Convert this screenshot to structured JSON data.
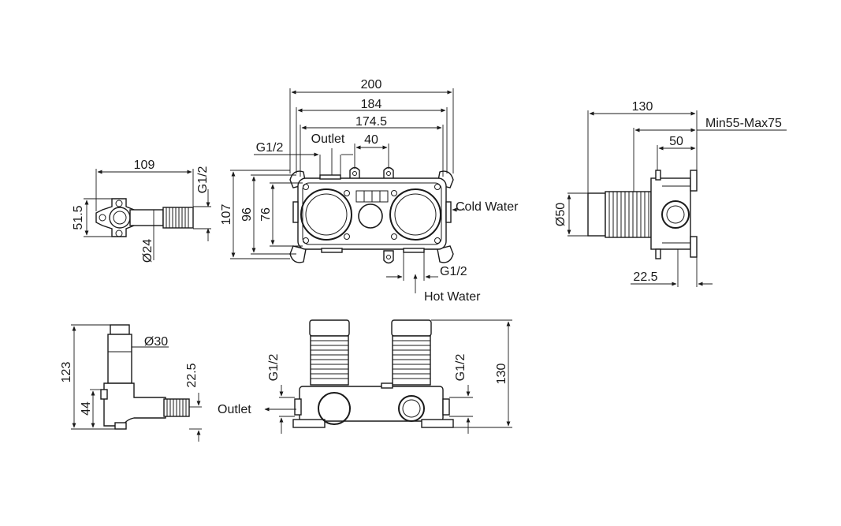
{
  "dims": {
    "side_width": "109",
    "side_height": "51.5",
    "side_dia": "Ø24",
    "side_thread": "G1/2",
    "front_overall": "200",
    "front_mid": "184",
    "front_inner": "174.5",
    "front_spacing": "40",
    "front_h1": "107",
    "front_h2": "96",
    "front_h3": "76",
    "front_thread_top": "G1/2",
    "front_thread_bottom": "G1/2",
    "right_depth": "130",
    "right_range": "Min55-Max75",
    "right_50": "50",
    "right_dia": "Ø50",
    "right_22": "22.5",
    "bl_dia": "Ø30",
    "bl_123": "123",
    "bl_44": "44",
    "bl_22": "22.5",
    "bc_height": "130",
    "bc_thread_left": "G1/2",
    "bc_thread_right": "G1/2"
  },
  "labels": {
    "outlet_top": "Outlet",
    "cold_water": "Cold Water",
    "hot_water": "Hot Water",
    "outlet_bottom": "Outlet"
  }
}
